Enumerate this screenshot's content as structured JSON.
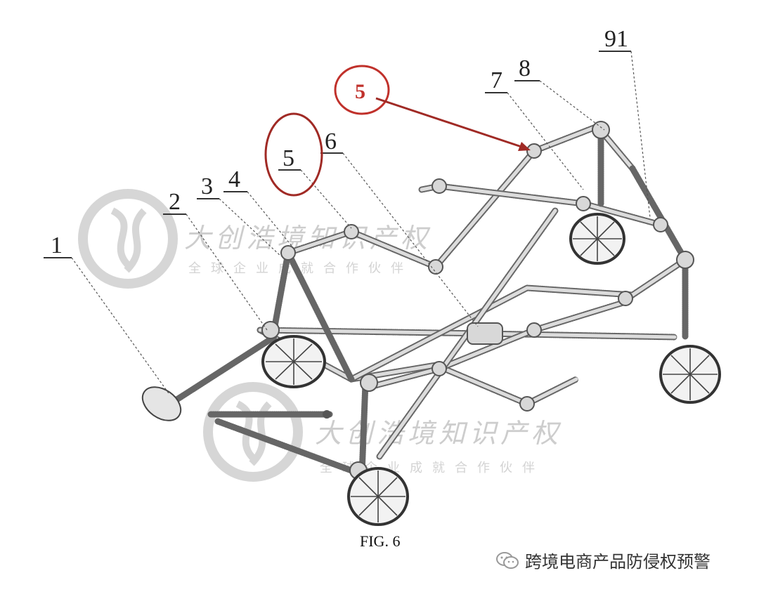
{
  "figure": {
    "caption": "FIG. 6"
  },
  "callouts": [
    "1",
    "2",
    "3",
    "4",
    "5",
    "6",
    "7",
    "8",
    "91"
  ],
  "highlight": {
    "label_a": "5",
    "label_b": "5",
    "color": "#c0312b"
  },
  "watermark": {
    "text": "大创浩境知识产权",
    "subtext": "全球企业成就合作伙伴"
  },
  "footer": {
    "account": "跨境电商产品防侵权预警",
    "icon": "wechat-icon"
  }
}
